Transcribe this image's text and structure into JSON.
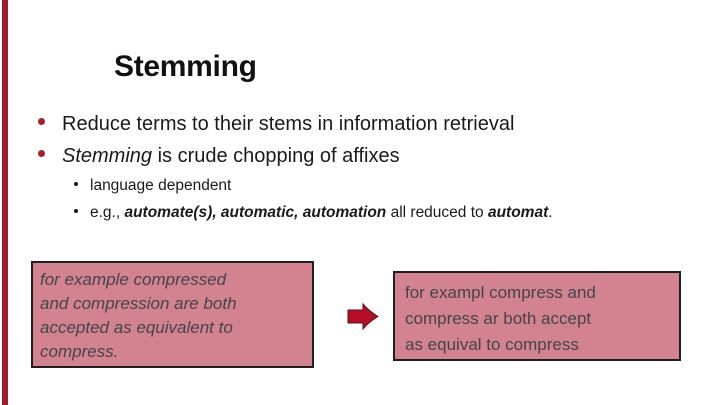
{
  "slide": {
    "title": "Stemming"
  },
  "colors": {
    "accent_bar": "#A21D30",
    "bullet_dot": "#A81C2C",
    "arrow_fill": "#B50D26",
    "box_fill": "#D2838F",
    "box_border": "#1F1F1F",
    "box_text": "#44444C",
    "title_text": "#111111",
    "body_text": "#1A1A1A"
  },
  "bullets": [
    {
      "level": 1,
      "segments": [
        {
          "text": "Reduce terms to their stems in information retrieval"
        }
      ]
    },
    {
      "level": 1,
      "segments": [
        {
          "text": "Stemming",
          "style": "italic"
        },
        {
          "text": " is crude chopping of affixes"
        }
      ]
    },
    {
      "level": 2,
      "segments": [
        {
          "text": "language dependent"
        }
      ]
    },
    {
      "level": 2,
      "segments": [
        {
          "text": "e.g., "
        },
        {
          "text": "automate(s), automatic, automation",
          "style": "bold-italic"
        },
        {
          "text": " all reduced to "
        },
        {
          "text": "automat",
          "style": "bold-italic"
        },
        {
          "text": "."
        }
      ]
    }
  ],
  "example": {
    "left_box": {
      "lines": [
        "for example compressed",
        "and compression are both",
        "accepted as equivalent to",
        "compress."
      ]
    },
    "arrow_icon": "right-block-arrow",
    "right_box": {
      "lines": [
        "for exampl compress and",
        "compress ar both accept",
        "as equival to compress"
      ]
    }
  }
}
